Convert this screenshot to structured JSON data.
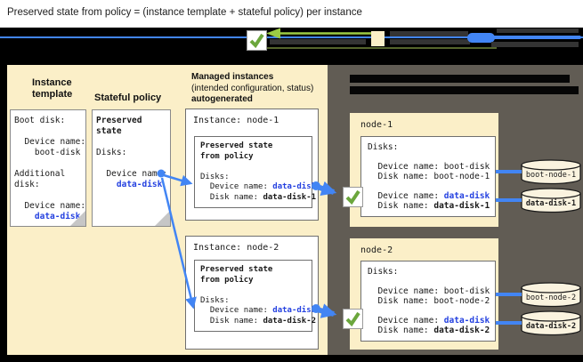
{
  "title": "Preserved state from policy = (instance template + stateful policy) per instance",
  "instance_template": {
    "label": "Instance template",
    "doc": [
      {
        "t": "Boot disk:"
      },
      {
        "t": ""
      },
      {
        "t": "  Device name:"
      },
      {
        "t": "    boot-disk"
      },
      {
        "t": ""
      },
      {
        "t": "Additional"
      },
      {
        "t": "disk:"
      },
      {
        "t": ""
      },
      {
        "t": "  Device name:"
      },
      {
        "t": "    data-disk",
        "s": "bb"
      }
    ]
  },
  "stateful_policy": {
    "label": "Stateful policy",
    "doc": [
      {
        "t": "Preserved",
        "s": "b"
      },
      {
        "t": "state",
        "s": "b"
      },
      {
        "t": ""
      },
      {
        "t": "Disks:"
      },
      {
        "t": ""
      },
      {
        "t": "  Device name:"
      },
      {
        "t": "    data-disk",
        "s": "bb"
      }
    ]
  },
  "managed_instances": {
    "heading_line1": "Managed instances",
    "heading_line2": "(intended configuration, status)",
    "heading_line3": "autogenerated",
    "instances": [
      {
        "title": "Instance: node-1",
        "inner": [
          {
            "t": "Preserved state",
            "s": "b"
          },
          {
            "t": "from policy",
            "s": "b"
          },
          {
            "t": ""
          },
          {
            "t": "Disks:"
          },
          {
            "seg": [
              {
                "t": "  Device name: "
              },
              {
                "t": "data-disk",
                "s": "bb"
              }
            ]
          },
          {
            "seg": [
              {
                "t": "  Disk name: "
              },
              {
                "t": "data-disk-1",
                "s": "b"
              }
            ]
          }
        ]
      },
      {
        "title": "Instance: node-2",
        "inner": [
          {
            "t": "Preserved state",
            "s": "b"
          },
          {
            "t": "from policy",
            "s": "b"
          },
          {
            "t": ""
          },
          {
            "t": "Disks:"
          },
          {
            "seg": [
              {
                "t": "  Device name: "
              },
              {
                "t": "data-disk",
                "s": "bb"
              }
            ]
          },
          {
            "seg": [
              {
                "t": "  Disk name: "
              },
              {
                "t": "data-disk-2",
                "s": "b"
              }
            ]
          }
        ]
      }
    ]
  },
  "nodes": [
    {
      "title": "node-1",
      "disks": [
        {
          "t": "Disks:"
        },
        {
          "t": ""
        },
        {
          "seg": [
            {
              "t": "  Device name: "
            },
            {
              "t": "boot-disk"
            }
          ]
        },
        {
          "seg": [
            {
              "t": "  Disk name: "
            },
            {
              "t": "boot-node-1"
            }
          ]
        },
        {
          "t": ""
        },
        {
          "seg": [
            {
              "t": "  Device name: "
            },
            {
              "t": "data-disk",
              "s": "bb"
            }
          ]
        },
        {
          "seg": [
            {
              "t": "  Disk name: "
            },
            {
              "t": "data-disk-1",
              "s": "b"
            }
          ]
        }
      ],
      "cylinders": [
        {
          "label": "boot-node-1",
          "bold": false
        },
        {
          "label": "data-disk-1",
          "bold": true
        }
      ]
    },
    {
      "title": "node-2",
      "disks": [
        {
          "t": "Disks:"
        },
        {
          "t": ""
        },
        {
          "seg": [
            {
              "t": "  Device name: "
            },
            {
              "t": "boot-disk"
            }
          ]
        },
        {
          "seg": [
            {
              "t": "  Disk name: "
            },
            {
              "t": "boot-node-2"
            }
          ]
        },
        {
          "t": ""
        },
        {
          "seg": [
            {
              "t": "  Device name: "
            },
            {
              "t": "data-disk",
              "s": "bb"
            }
          ]
        },
        {
          "seg": [
            {
              "t": "  Disk name: "
            },
            {
              "t": "data-disk-2",
              "s": "b"
            }
          ]
        }
      ],
      "cylinders": [
        {
          "label": "boot-node-2",
          "bold": false
        },
        {
          "label": "data-disk-2",
          "bold": true
        }
      ]
    }
  ],
  "colors": {
    "page_bg": "#000000",
    "titlebar_bg": "#ffffff",
    "title_text": "#212121",
    "panel_beige": "#FBEFC8",
    "panel_dark": "#615C54",
    "doc_bg": "#ffffff",
    "doc_border": "#8a8a8a",
    "box_border": "#6f6f6f",
    "fold": "#c6c6c6",
    "blue": "#4285F4",
    "blue_text": "#2441E0",
    "check_green": "#6BA63C",
    "arrow_green": "#9CCB44",
    "olive": "#55652C",
    "cyl_fill": "#FAF3DF",
    "cyl_border": "#1a1a1a",
    "text": "#1a1a1a",
    "legend_bar": "#343434",
    "header_bar": "#060606"
  }
}
